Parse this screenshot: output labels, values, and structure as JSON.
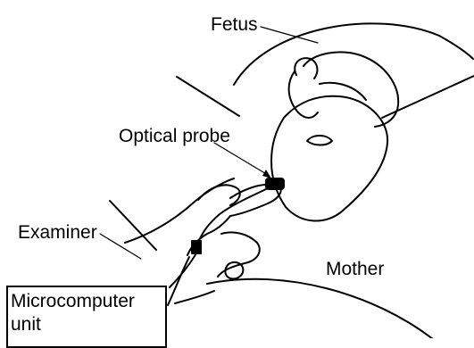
{
  "labels": {
    "fetus": "Fetus",
    "optical_probe": "Optical probe",
    "examiner": "Examiner",
    "mother": "Mother",
    "microcomputer_line1": "Microcomputer",
    "microcomputer_line2": "unit"
  },
  "colors": {
    "stroke": "#000000",
    "background": "#ffffff"
  }
}
